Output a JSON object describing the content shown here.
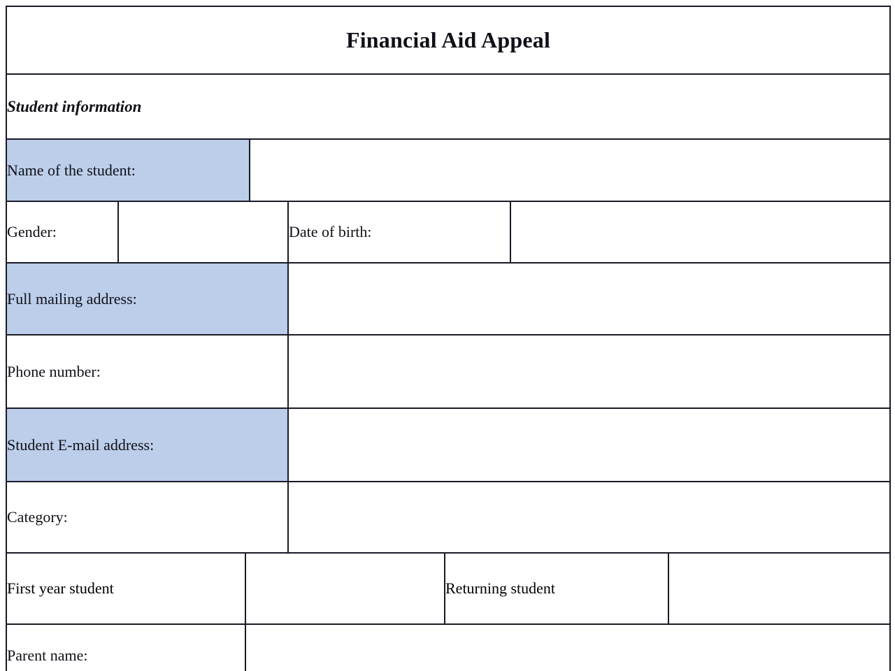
{
  "document": {
    "title": "Financial Aid Appeal",
    "section_heading": "Student information",
    "colors": {
      "title_band": "#97b1d7",
      "shaded_label": "#bcceea",
      "border": "#1a1a26",
      "field_background": "#ffffff",
      "text": "#101018"
    }
  },
  "rows": {
    "name": {
      "label": "Name of the student:",
      "value": ""
    },
    "gender": {
      "label": "Gender:",
      "value": ""
    },
    "dob": {
      "label": "Date of birth:",
      "value": ""
    },
    "mailing_address": {
      "label": "Full mailing address:",
      "value": ""
    },
    "phone": {
      "label": "Phone number:",
      "value": ""
    },
    "email": {
      "label": "Student E-mail address:",
      "value": ""
    },
    "category": {
      "label": "Category:",
      "value": ""
    },
    "first_year_student": {
      "label": "First year student",
      "value": ""
    },
    "returning_student": {
      "label": "Returning student",
      "value": ""
    },
    "parent_name": {
      "label": "Parent name:",
      "value": ""
    }
  }
}
